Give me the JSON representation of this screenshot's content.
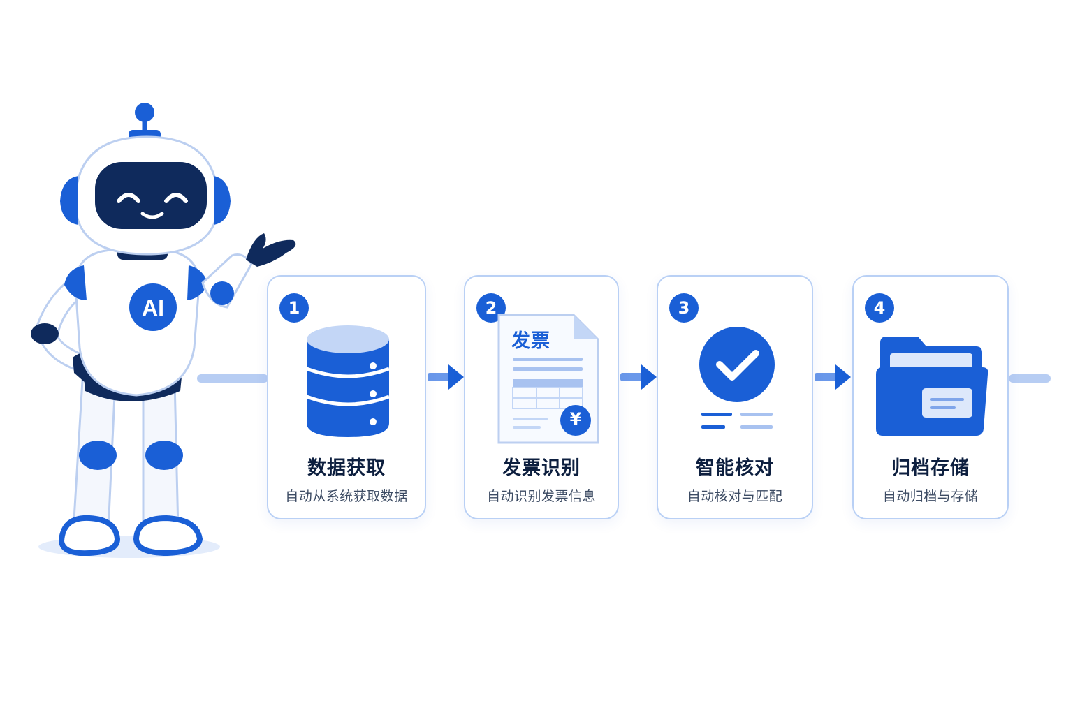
{
  "robot": {
    "badge_text": "AI"
  },
  "steps": [
    {
      "number": "1",
      "title": "数据获取",
      "subtitle": "自动从系统获取数据",
      "icon": "database-icon"
    },
    {
      "number": "2",
      "title": "发票识别",
      "subtitle": "自动识别发票信息",
      "icon": "invoice-document-icon",
      "doc_label": "发票",
      "currency_symbol": "¥"
    },
    {
      "number": "3",
      "title": "智能核对",
      "subtitle": "自动核对与匹配",
      "icon": "check-circle-icon"
    },
    {
      "number": "4",
      "title": "归档存储",
      "subtitle": "自动归档与存储",
      "icon": "folder-icon"
    }
  ],
  "colors": {
    "primary": "#1a5fd6",
    "dark_navy": "#0f2a5c",
    "light_blue": "#b7cdf3",
    "card_border": "#b9d0f5"
  }
}
